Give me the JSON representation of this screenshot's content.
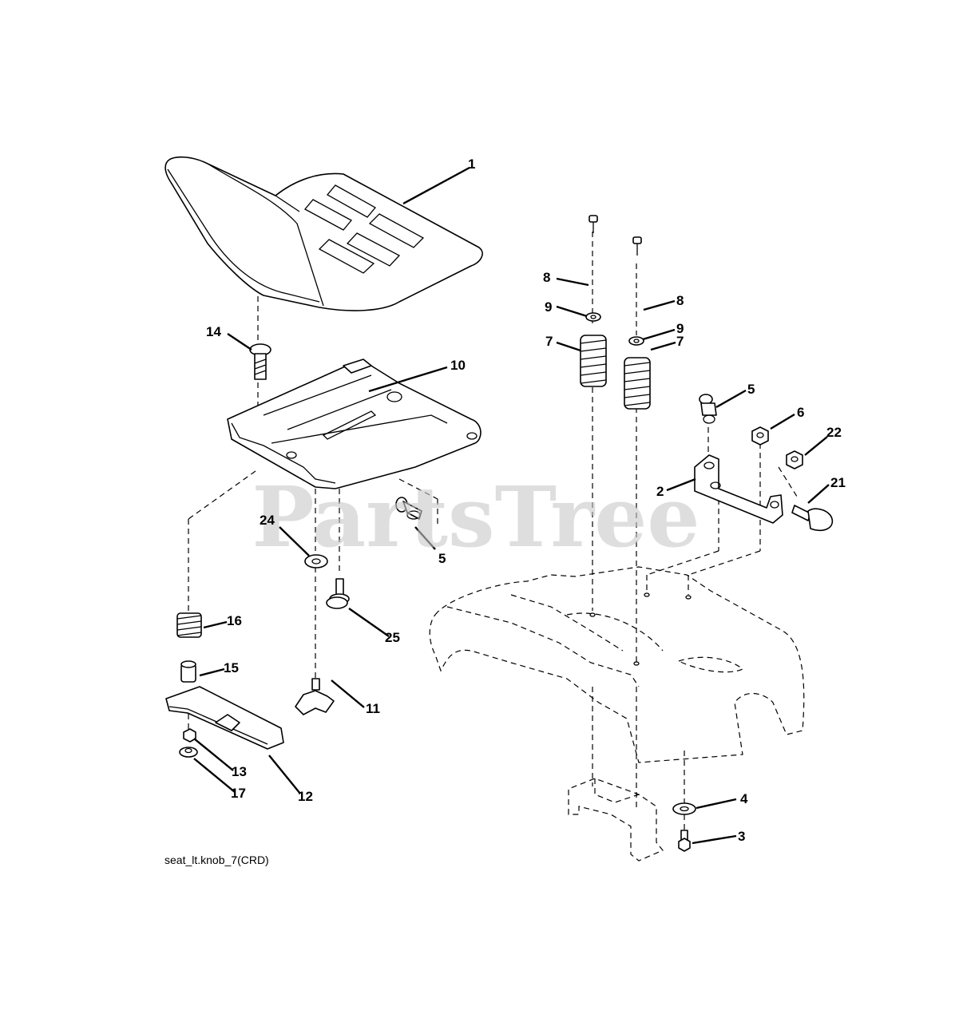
{
  "watermark": "PartsTree",
  "caption": "seat_lt.knob_7(CRD)",
  "callouts": [
    {
      "id": "c1",
      "label": "1"
    },
    {
      "id": "c14",
      "label": "14"
    },
    {
      "id": "c10",
      "label": "10"
    },
    {
      "id": "c24",
      "label": "24"
    },
    {
      "id": "c5a",
      "label": "5"
    },
    {
      "id": "c25",
      "label": "25"
    },
    {
      "id": "c16",
      "label": "16"
    },
    {
      "id": "c15",
      "label": "15"
    },
    {
      "id": "c11",
      "label": "11"
    },
    {
      "id": "c13",
      "label": "13"
    },
    {
      "id": "c17",
      "label": "17"
    },
    {
      "id": "c12",
      "label": "12"
    },
    {
      "id": "c8a",
      "label": "8"
    },
    {
      "id": "c9a",
      "label": "9"
    },
    {
      "id": "c7a",
      "label": "7"
    },
    {
      "id": "c8b",
      "label": "8"
    },
    {
      "id": "c9b",
      "label": "9"
    },
    {
      "id": "c7b",
      "label": "7"
    },
    {
      "id": "c5b",
      "label": "5"
    },
    {
      "id": "c6",
      "label": "6"
    },
    {
      "id": "c22",
      "label": "22"
    },
    {
      "id": "c2",
      "label": "2"
    },
    {
      "id": "c21",
      "label": "21"
    },
    {
      "id": "c4",
      "label": "4"
    },
    {
      "id": "c3",
      "label": "3"
    }
  ]
}
